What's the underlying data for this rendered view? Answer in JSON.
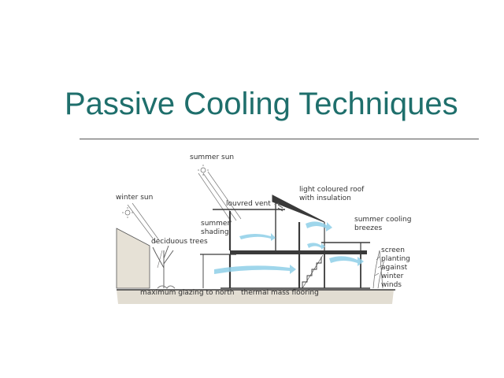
{
  "slide": {
    "title": "Passive Cooling Techniques"
  },
  "diagram": {
    "labels": {
      "summer_sun": "summer sun",
      "winter_sun": "winter sun",
      "louvred_vent": "louvred vent",
      "roof_line1": "light coloured roof",
      "roof_line2": "with insulation",
      "summer_shading_line1": "summer",
      "summer_shading_line2": "shading",
      "deciduous_trees": "deciduous trees",
      "breezes_line1": "summer cooling",
      "breezes_line2": "breezes",
      "screen_line1": "screen",
      "screen_line2": "planting",
      "screen_line3": "against",
      "screen_line4": "winter",
      "screen_line5": "winds",
      "max_glazing": "maximum glazing to north",
      "thermal_mass": "thermal mass flooring"
    },
    "colors": {
      "breeze": "#8fd0e8",
      "linework": "#3a3a3a",
      "ground": "#d9d4c8",
      "title": "#1f6f6c"
    }
  }
}
